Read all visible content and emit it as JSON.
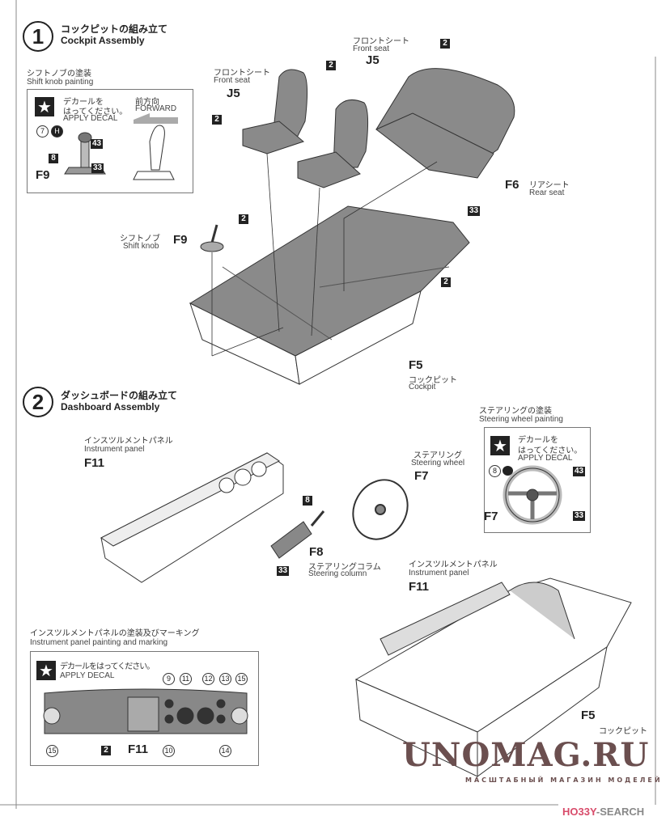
{
  "step1": {
    "number": "1",
    "title_jp": "コックピットの組み立て",
    "title_en": "Cockpit Assembly",
    "shift_box": {
      "heading_jp": "シフトノブの塗装",
      "heading_en": "Shift knob painting",
      "decal_jp_1": "デカールを",
      "decal_jp_2": "はってください。",
      "decal_en": "APPLY DECAL",
      "forward_jp": "前方向",
      "forward_en": "FORWARD",
      "decal_num": "7",
      "decal_glyph": "H",
      "color_43": "43",
      "color_8": "8",
      "color_33": "33",
      "part": "F9"
    },
    "front_seat_left": {
      "jp": "フロントシート",
      "en": "Front seat",
      "part": "J5",
      "color": "2"
    },
    "front_seat_right": {
      "jp": "フロントシート",
      "en": "Front seat",
      "part": "J5",
      "color": "2"
    },
    "rear_seat": {
      "jp": "リアシート",
      "en": "Rear seat",
      "part": "F6",
      "color": "2"
    },
    "shift_knob": {
      "jp": "シフトノブ",
      "en": "Shift knob",
      "part": "F9"
    },
    "cockpit": {
      "jp": "コックピット",
      "en": "Cockpit",
      "part": "F5",
      "color_a": "33",
      "color_b": "2",
      "color_c": "2"
    }
  },
  "step2": {
    "number": "2",
    "title_jp": "ダッシュボードの組み立て",
    "title_en": "Dashboard Assembly",
    "instrument_panel": {
      "jp": "インスツルメントパネル",
      "en": "Instrument panel",
      "part": "F11"
    },
    "steering_column": {
      "jp": "ステアリングコラム",
      "en": "Steering column",
      "part": "F8",
      "color_top": "8",
      "color_body": "33"
    },
    "steering_wheel": {
      "jp": "ステアリング",
      "en": "Steering wheel",
      "part": "F7"
    },
    "wheel_box": {
      "heading_jp": "ステアリングの塗装",
      "heading_en": "Steering wheel painting",
      "decal_jp_1": "デカールを",
      "decal_jp_2": "はってください。",
      "decal_en": "APPLY DECAL",
      "decal_num": "8",
      "color_43": "43",
      "color_33": "33",
      "part": "F7"
    },
    "panel_box": {
      "heading_jp": "インスツルメントパネルの塗装及びマーキング",
      "heading_en": "Instrument panel painting and marking",
      "decal_jp": "デカールをはってください。",
      "decal_en": "APPLY DECAL",
      "decals_top": [
        "9",
        "11",
        "12",
        "13",
        "15"
      ],
      "decals_bottom": [
        "15",
        "10",
        "14"
      ],
      "color": "2",
      "part": "F11"
    },
    "assembled": {
      "jp": "インスツルメントパネル",
      "en": "Instrument panel",
      "part": "F11",
      "cockpit_part": "F5",
      "cockpit_jp": "コックピット"
    }
  },
  "watermark": {
    "main": "UNOMAG.RU",
    "sub": "МАСШТАБНЫЙ МАГАЗИН МОДЕЛЕЙ"
  },
  "credit": {
    "brand_a": "HO33Y",
    "brand_b": "-SEARCH"
  },
  "colors": {
    "part_fill": "#8a8a8a",
    "line": "#333333",
    "watermark": "#6b4f4f",
    "credit": "#d84b6a"
  }
}
